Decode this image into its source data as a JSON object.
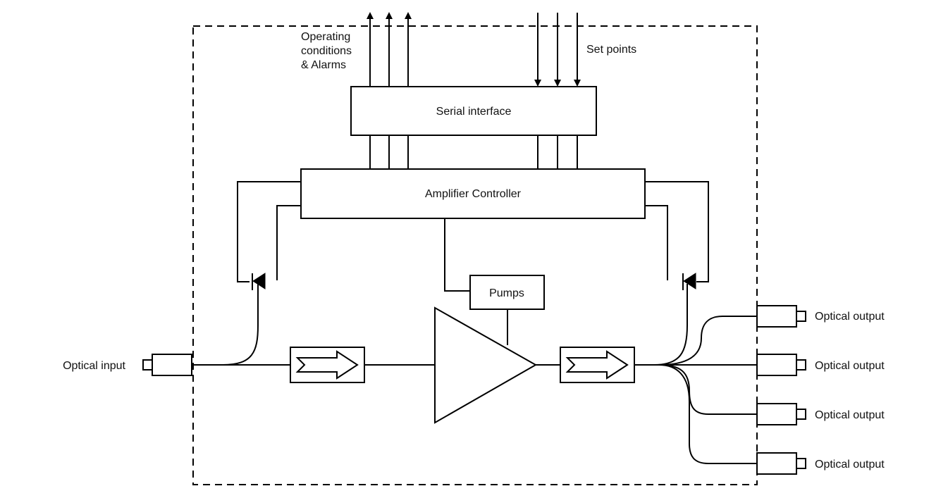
{
  "labels": {
    "operating": [
      "Operating",
      "conditions",
      "& Alarms"
    ],
    "set_points": "Set points",
    "serial_interface": "Serial interface",
    "amplifier_controller": "Amplifier Controller",
    "pumps": "Pumps",
    "optical_input": "Optical input",
    "optical_outputs": [
      "Optical output",
      "Optical output",
      "Optical output",
      "Optical output"
    ]
  },
  "icons": {
    "isolator": "isolator-arrow-icon",
    "photodiode": "photodiode-icon",
    "amplifier": "amplifier-triangle-icon",
    "connector": "fiber-connector-icon"
  },
  "colors": {
    "line": "#000000",
    "background": "#ffffff"
  }
}
